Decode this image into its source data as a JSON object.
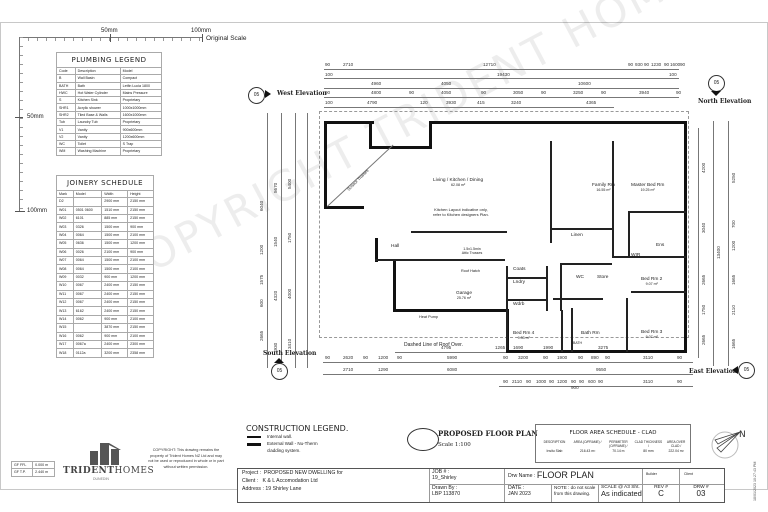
{
  "scale_bar": {
    "top_label_50": "50mm",
    "top_label_100": "100mm",
    "caption": "Original Scale",
    "side_label_50": "50mm",
    "side_label_100": "100mm"
  },
  "plumbing_legend": {
    "title": "PLUMBING LEGEND",
    "headers": [
      "Code",
      "Description",
      "Model"
    ],
    "rows": [
      [
        "B",
        "Wall Basin",
        "Compact"
      ],
      [
        "BATH",
        "Bath",
        "Letfin Lucia 1800"
      ],
      [
        "HWC",
        "Hot Water Cylinder",
        "Mains Pressure"
      ],
      [
        "S",
        "Kitchen Sink",
        "Proprietary"
      ],
      [
        "SHR1",
        "Acrylic shower",
        "1000x1000mm"
      ],
      [
        "SHR2",
        "Tiled Base & Walls",
        "1600x1000mm"
      ],
      [
        "Tub",
        "Laundry Tub",
        "Proprietary"
      ],
      [
        "V1",
        "Vanity",
        "900x600mm"
      ],
      [
        "V2",
        "Vanity",
        "1200x600mm"
      ],
      [
        "WC",
        "Toilet",
        "S Trap"
      ],
      [
        "WM",
        "Washing Machine",
        "Proprietary"
      ]
    ]
  },
  "joinery_schedule": {
    "title": "JOINERY SCHEDULE",
    "headers": [
      "Mark",
      "Model",
      "Width",
      "Height"
    ],
    "rows": [
      [
        "D2",
        "",
        "2900 mm",
        "2150 mm"
      ],
      [
        "W01",
        "0501 0600",
        "1510 mm",
        "2150 mm"
      ],
      [
        "W02",
        "6101",
        "885 mm",
        "2150 mm"
      ],
      [
        "W03",
        "0326",
        "1500 mm",
        "900 mm"
      ],
      [
        "W04",
        "0064",
        "1500 mm",
        "2100 mm"
      ],
      [
        "W05",
        "0636",
        "1500 mm",
        "1200 mm"
      ],
      [
        "W06",
        "0026",
        "2100 mm",
        "900 mm"
      ],
      [
        "W07",
        "0064",
        "1500 mm",
        "2100 mm"
      ],
      [
        "W08",
        "0064",
        "1500 mm",
        "2100 mm"
      ],
      [
        "W09",
        "0032",
        "900 mm",
        "1200 mm"
      ],
      [
        "W10",
        "0067",
        "2400 mm",
        "2150 mm"
      ],
      [
        "W11",
        "0067",
        "2400 mm",
        "2150 mm"
      ],
      [
        "W12",
        "0067",
        "2400 mm",
        "2150 mm"
      ],
      [
        "W13",
        "6162",
        "2400 mm",
        "2150 mm"
      ],
      [
        "W14",
        "0062",
        "900 mm",
        "2100 mm"
      ],
      [
        "W15",
        "",
        "3870 mm",
        "2150 mm"
      ],
      [
        "W16",
        "0062",
        "900 mm",
        "2100 mm"
      ],
      [
        "W17",
        "0067a",
        "2400 mm",
        "2300 mm"
      ],
      [
        "W18",
        "0112a",
        "3200 mm",
        "2358 mm"
      ]
    ]
  },
  "gf_table": {
    "rows": [
      [
        "GF FFL",
        "0.000 m"
      ],
      [
        "GF T.P.",
        "2.440 m"
      ]
    ]
  },
  "brand": {
    "name_bold": "TRIDENT",
    "name_light": "HOMES",
    "sub": "DUNEDIN",
    "copyright": "COPYRIGHT: This drawing remains the property of Trident Homes NZ Ltd and may not be used or reproduced in whole or in part without written permission."
  },
  "watermark": "COPYRIGHT TRIDENT HOMES",
  "elevations": {
    "west": {
      "label": "West Elevation",
      "ref": "05"
    },
    "north": {
      "label": "North Elevation",
      "ref": "05"
    },
    "south": {
      "label": "South Elevation",
      "ref": "05"
    },
    "east": {
      "label": "East Elevation",
      "ref": "05"
    }
  },
  "dimensions": {
    "top_row1": [
      "90",
      "2710",
      "12710",
      "90",
      "930",
      "90",
      "1230",
      "90",
      "1600",
      "90"
    ],
    "top_row2": [
      "100",
      "19430",
      "100"
    ],
    "top_row3": [
      "4960",
      "4050",
      "10600"
    ],
    "top_row4": [
      "90",
      "4800",
      "90",
      "4050",
      "90",
      "3050",
      "90",
      "3250",
      "90",
      "3940",
      "90"
    ],
    "top_row5": [
      "100",
      "4790",
      "120",
      "3930",
      "415",
      "3240",
      "4365"
    ],
    "left_outer": [
      "90",
      "6040",
      "1200",
      "90",
      "1575",
      "90",
      "600",
      "90",
      "2665",
      "90"
    ],
    "left_mid": [
      "5670",
      "1540",
      "4320",
      "2930"
    ],
    "left_inner": [
      "90",
      "5400",
      "90",
      "1750",
      "90",
      "4000",
      "90",
      "3410",
      "90"
    ],
    "right_inner": [
      "4200",
      "90",
      "3040",
      "90",
      "2665",
      "90",
      "1750",
      "90",
      "2665",
      "90"
    ],
    "right_mid": [
      "13400"
    ],
    "right_outer": [
      "90",
      "5250",
      "90",
      "700",
      "90",
      "1200",
      "90",
      "1665",
      "90",
      "2110",
      "90",
      "1665",
      "90"
    ],
    "bottom_row1": [
      "4795",
      "1265",
      "1690",
      "1990",
      "3275"
    ],
    "bottom_row2": [
      "90",
      "2620",
      "90",
      "1200",
      "90",
      "5990",
      "90",
      "3200",
      "90",
      "1900",
      "90",
      "890",
      "90",
      "3110",
      "90"
    ],
    "bottom_row3": [
      "2710",
      "1290",
      "6080",
      "9550"
    ],
    "bottom_row4": [
      "90",
      "2110",
      "90",
      "1000",
      "90",
      "1200",
      "90",
      "90",
      "600",
      "90",
      "3110",
      "90"
    ],
    "bottom_row4_sub": "900"
  },
  "rooms": [
    {
      "name": "Living / Kitchen / Dining",
      "area": "62.08 m²"
    },
    {
      "name": "Family Rm",
      "area": "16.55 m²"
    },
    {
      "name": "Master Bed Rm",
      "area": "19.25 m²"
    },
    {
      "name": "Garage",
      "area": "25.76 m²"
    },
    {
      "name": "Bed Rm 4",
      "area": "9.33 m²"
    },
    {
      "name": "Bed Rm 2",
      "area": "9.07 m²"
    },
    {
      "name": "Bed Rm 3",
      "area": "9.07 m²"
    },
    {
      "name": "Hall",
      "area": ""
    },
    {
      "name": "Linen",
      "area": ""
    },
    {
      "name": "WIR",
      "area": ""
    },
    {
      "name": "Ens",
      "area": ""
    },
    {
      "name": "WC",
      "area": ""
    },
    {
      "name": "Store",
      "area": ""
    },
    {
      "name": "Wdrb",
      "area": ""
    },
    {
      "name": "Lndry",
      "area": ""
    },
    {
      "name": "Coats",
      "area": ""
    },
    {
      "name": "Bath Rm",
      "area": ""
    }
  ],
  "annotations": {
    "scissor": "Scissor Trusses",
    "kitchen_note_1": "Kitchen Layout indicative only,",
    "kitchen_note_2": "refer to Kitchen designers Plan.",
    "attic": "1.5x1.5min Attic Trusses",
    "roof_hatch": "Roof Hatch",
    "garage_door": "Sectional Door Over",
    "heat_pump": "Heat Pump",
    "dashed_roof": "Dashed Line of Roof Over.",
    "bath": "BATH",
    "hwc": "HWC"
  },
  "construction_legend": {
    "title": "CONSTRUCTION LEGEND.",
    "items": [
      "Internal wall.",
      "External Wall - Nu-Therm",
      "cladding system."
    ]
  },
  "plan_title": {
    "title": "PROPOSED FLOOR PLAN",
    "scale": "Scale 1:100"
  },
  "area_schedule": {
    "title": "FLOOR AREA SCHEDULE - CLAD",
    "headers": [
      "DESCRIPTION",
      "AREA (O/FRAME) /",
      "PERIMETER (O/FRAME) /",
      "CLAD THICKNESS /",
      "AREA OVER CLAD /"
    ],
    "row": [
      "Insitu Slab",
      "216.43 m²",
      "70.14 m",
      "80 mm",
      "222.04 m²"
    ]
  },
  "title_block": {
    "project_label": "Project :",
    "project": "PROPOSED NEW DWELLING for",
    "client_label": "Client :",
    "client": "K & L Accomodation Ltd",
    "address_label": "Address :",
    "address": "19 Shirley Lane",
    "job_label": "JOB # :",
    "job": "19_Shirley",
    "drawn_label": "Drawn By :",
    "drawn": "LBP 113870",
    "drw_name_label": "Drw Name :",
    "drw_name": "FLOOR PLAN",
    "date_label": "DATE :",
    "date": "JAN 2023",
    "note": "NOTE : do not scale from this drawing.",
    "scale_label": "SCALE @ A3 Sht.",
    "scale": "As indicated",
    "builder_label": "Builder",
    "client_col_label": "Client",
    "rev_label": "REV #",
    "rev": "C",
    "drw_label": "DRW #",
    "drw": "03",
    "timestamp": "18/01/2023 10:27:43 PM"
  },
  "north_arrow": "N"
}
